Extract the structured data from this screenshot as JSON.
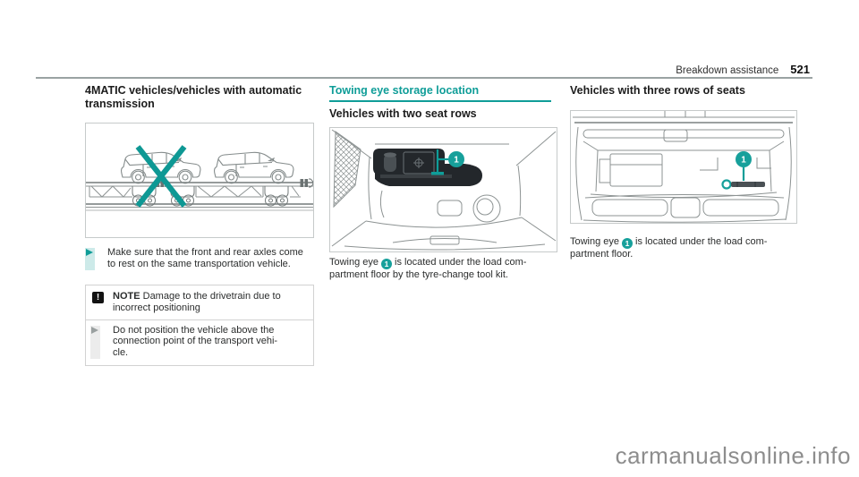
{
  "header": {
    "section_title": "Breakdown assistance",
    "page_number": "521"
  },
  "left_column": {
    "heading_lines": [
      "4MATIC vehicles/vehicles with automatic",
      "transmission"
    ],
    "figure_name": "vehicles-on-rail-transport-wagons-crossed-out",
    "instruction_lines": [
      "Make sure that the front and rear axles come",
      "to rest on the same transportation vehicle."
    ],
    "note": {
      "icon_glyph": "!",
      "label": "NOTE",
      "text": "Damage to the drivetrain due to incorrect positioning",
      "instruction_lines": [
        "Do not position the vehicle above the",
        "connection point of the transport vehi-",
        "cle."
      ]
    }
  },
  "middle_column": {
    "section_heading": "Towing eye storage location",
    "subheading": "Vehicles with two seat rows",
    "figure_name": "load-compartment-two-seat-rows",
    "callout_number": "1",
    "body": {
      "prefix": "Towing eye",
      "marker": "1",
      "line1_rest": "is located under the load com-",
      "line2": "partment floor by the tyre-change tool kit."
    }
  },
  "right_column": {
    "heading": "Vehicles with three rows of seats",
    "figure_name": "load-compartment-three-seat-rows",
    "callout_number": "1",
    "body": {
      "prefix": "Towing eye",
      "marker": "1",
      "line1_rest": "is located under the load com-",
      "line2": "partment floor."
    }
  },
  "watermark": "carmanualsonline.info",
  "colors": {
    "accent_teal": "#0f9d98",
    "line_art_gray": "#8d9393",
    "figure_border_gray": "#c6caca",
    "watermark_gray": "#8d8d8d"
  }
}
